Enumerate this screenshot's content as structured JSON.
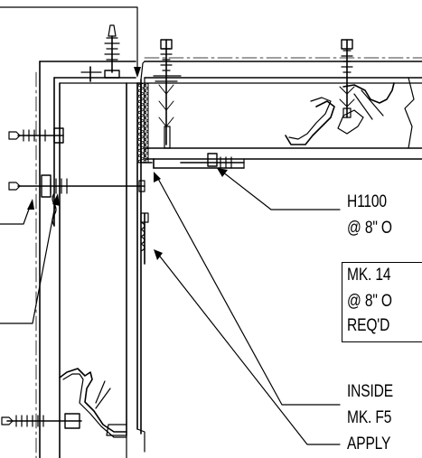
{
  "callouts": {
    "fastener_1": "H1100",
    "fastener_1_spacing": "@ 8\" O",
    "mark_box_line1": "MK. 14",
    "mark_box_line2": "@ 8\" O",
    "mark_box_line3": "REQ'D",
    "inside_trim": "INSIDE",
    "trim_mark": "MK. F5",
    "apply_note": "APPLY"
  },
  "colors": {
    "ink": "#000000",
    "paper": "#ffffff"
  }
}
